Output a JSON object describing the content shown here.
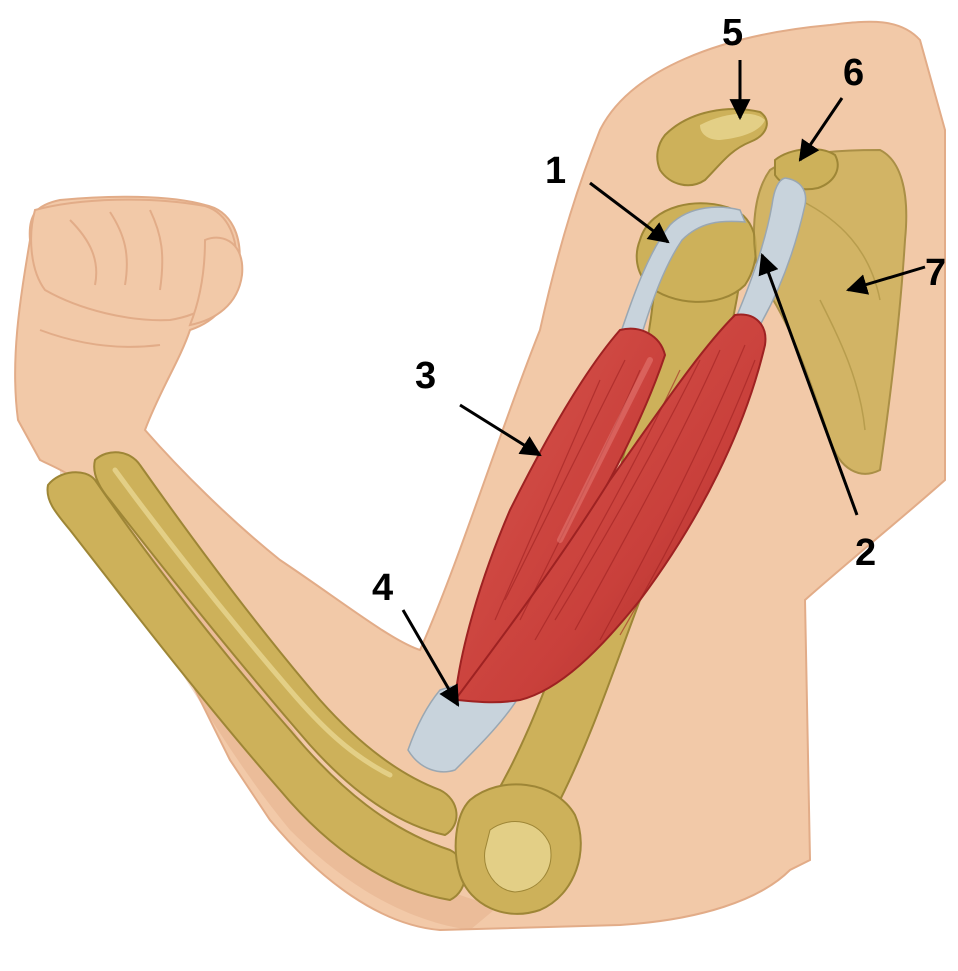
{
  "labels": {
    "l1": "1",
    "l2": "2",
    "l3": "3",
    "l4": "4",
    "l5": "5",
    "l6": "6",
    "l7": "7"
  },
  "colors": {
    "skin": "#f2c9a8",
    "skin_shadow": "#e2ac88",
    "bone": "#cdb15a",
    "bone_light": "#e3cf86",
    "bone_dark": "#9e8636",
    "muscle": "#c9403b",
    "muscle_dark": "#9e2222",
    "tendon": "#c8d3dc",
    "tendon_light": "#e4ebf0",
    "arrow": "#000000",
    "background": "#ffffff"
  }
}
